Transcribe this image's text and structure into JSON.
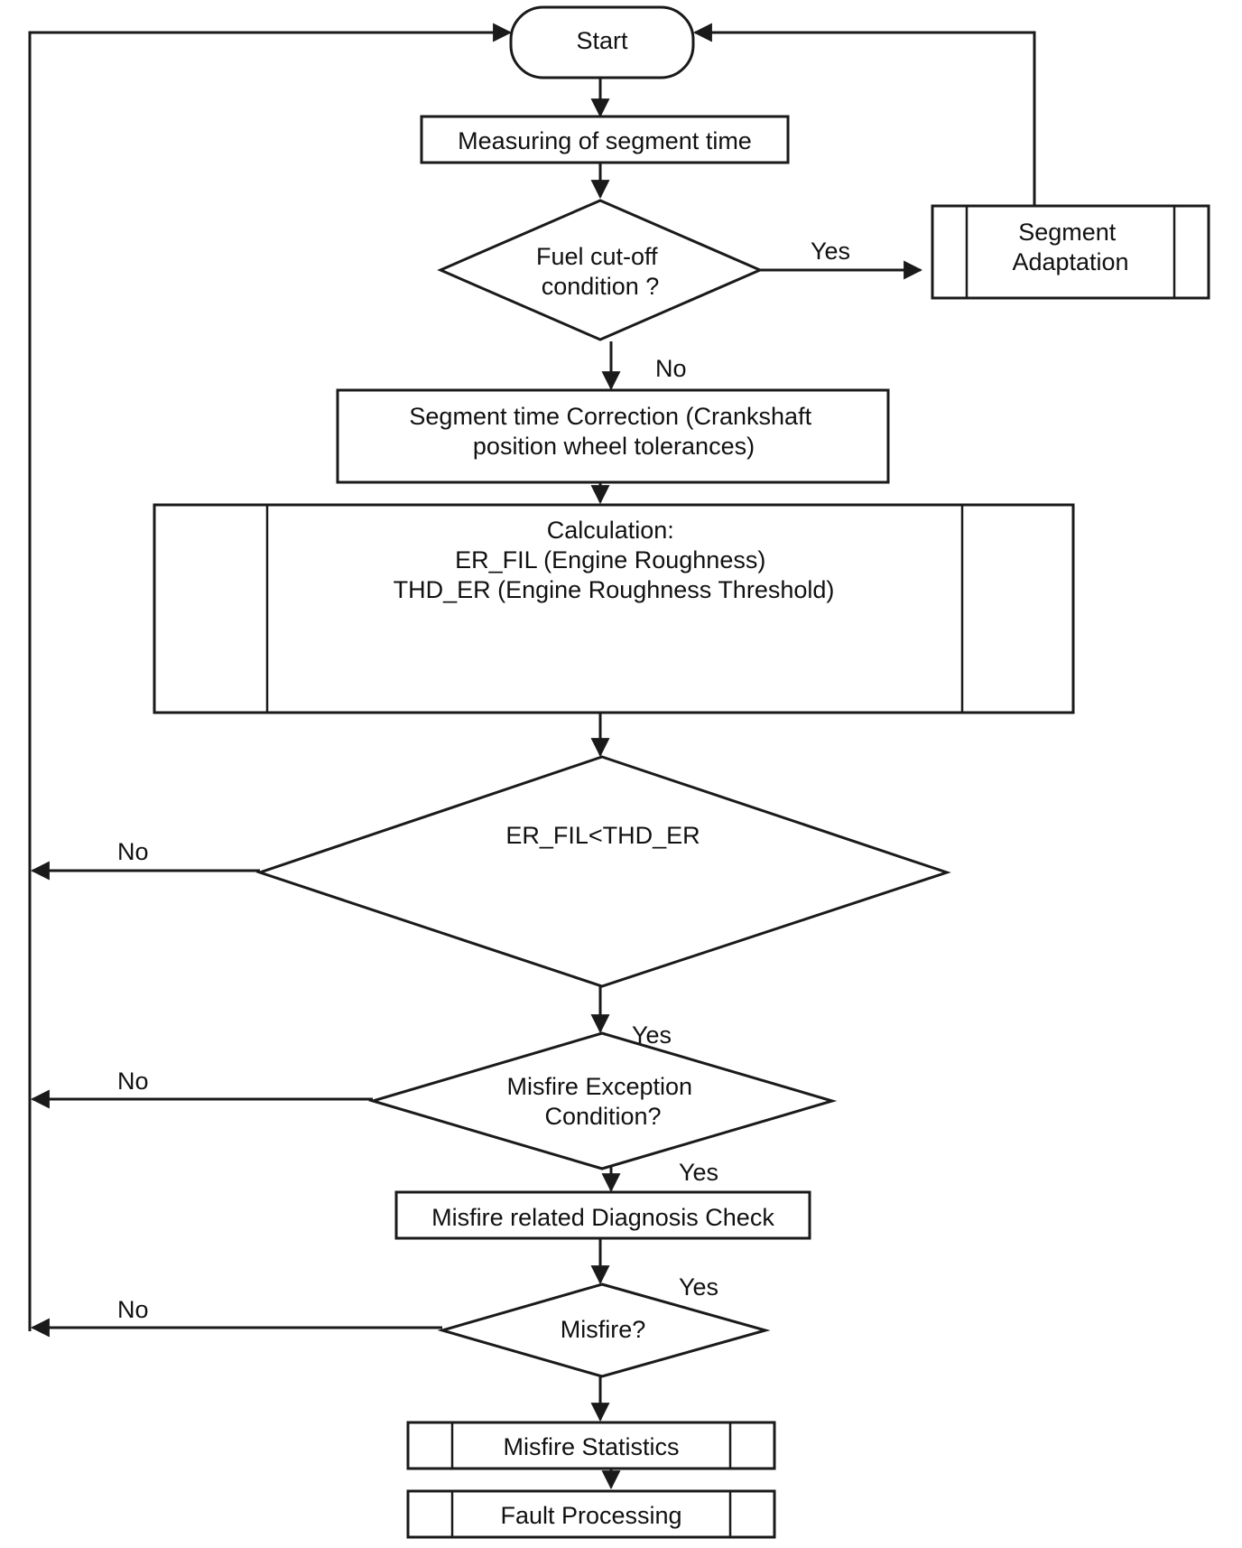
{
  "nodes": {
    "start": {
      "lines": [
        "Start"
      ]
    },
    "measure": {
      "lines": [
        "Measuring of segment time"
      ]
    },
    "fuel_cutoff": {
      "lines": [
        "Fuel cut-off",
        "condition ?"
      ]
    },
    "segment_adaptation": {
      "lines": [
        "Segment",
        "Adaptation"
      ]
    },
    "correction": {
      "lines": [
        "Segment time Correction (Crankshaft",
        "position wheel tolerances)"
      ]
    },
    "calculation": {
      "lines": [
        "Calculation:",
        "ER_FIL (Engine Roughness)",
        "THD_ER (Engine Roughness Threshold)"
      ]
    },
    "er_compare": {
      "lines": [
        "ER_FIL<THD_ER"
      ]
    },
    "exception": {
      "lines": [
        "Misfire Exception",
        "Condition?"
      ]
    },
    "diag_check": {
      "lines": [
        "Misfire related Diagnosis Check"
      ]
    },
    "misfire": {
      "lines": [
        "Misfire?"
      ]
    },
    "statistics": {
      "lines": [
        "Misfire Statistics"
      ]
    },
    "fault": {
      "lines": [
        "Fault Processing"
      ]
    }
  },
  "edge_labels": {
    "fuel_yes": "Yes",
    "fuel_no": "No",
    "er_no": "No",
    "er_yes": "Yes",
    "exception_no": "No",
    "exception_yes": "Yes",
    "misfire_no": "No",
    "misfire_yes": "Yes"
  }
}
